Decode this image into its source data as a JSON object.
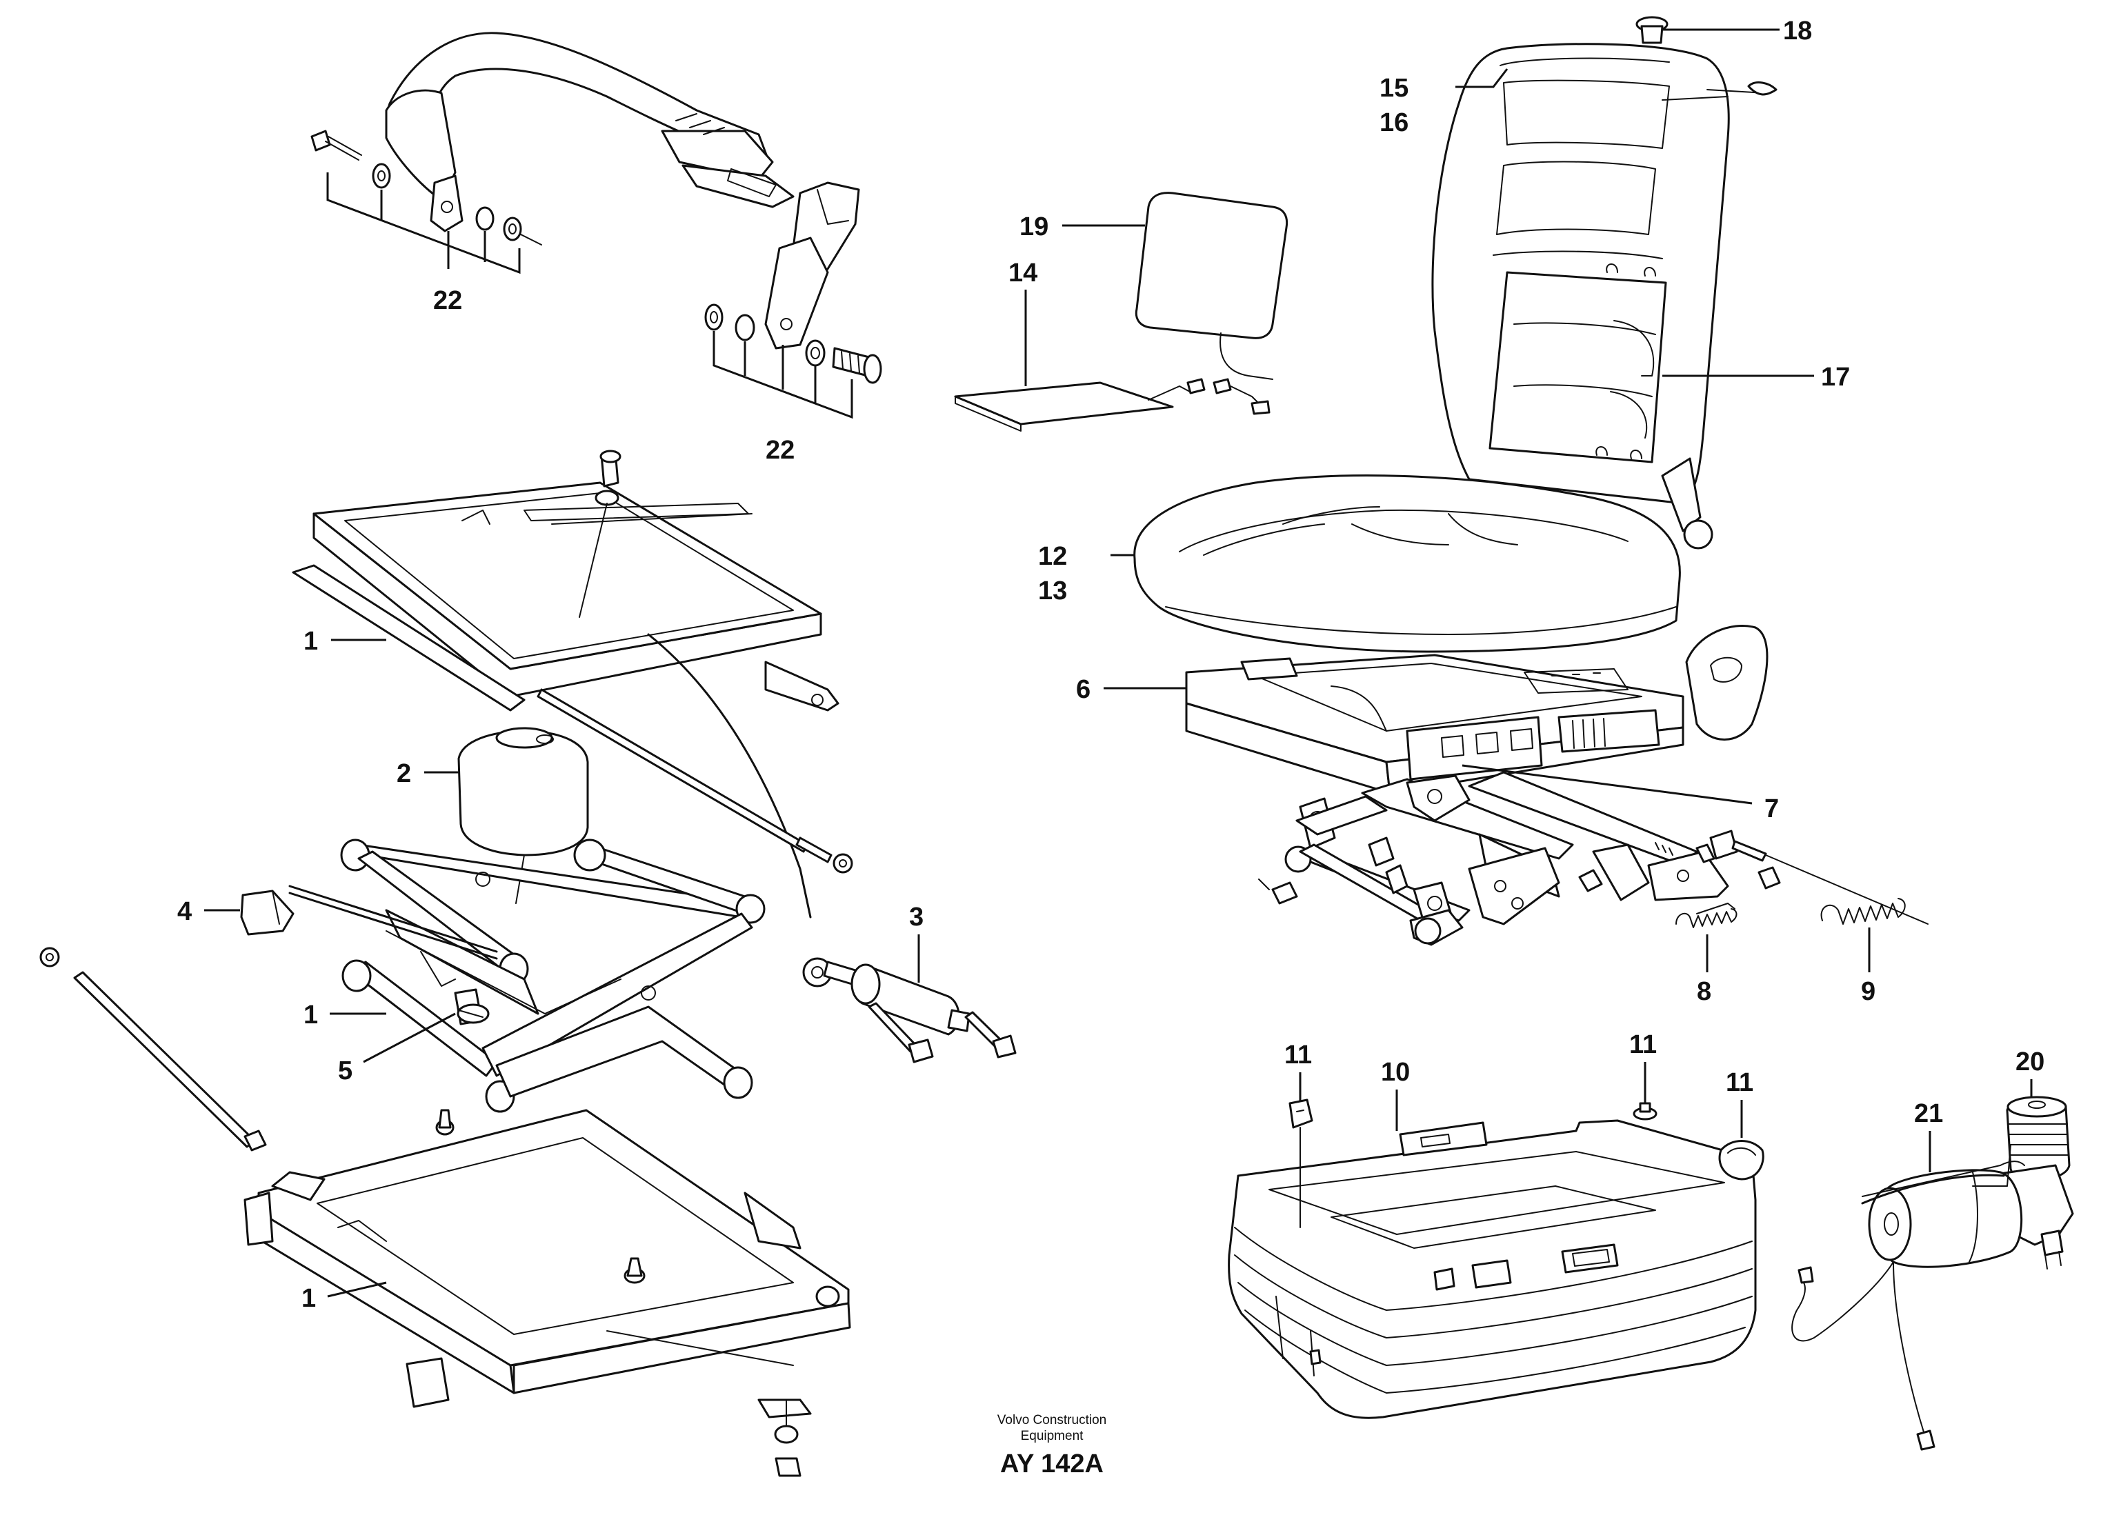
{
  "caption": {
    "line1": "Volvo Construction",
    "line2": "Equipment",
    "code": "AY 142A"
  },
  "callouts": {
    "c1a": "1",
    "c1b": "1",
    "c1c": "1",
    "c2": "2",
    "c3": "3",
    "c4": "4",
    "c5": "5",
    "c6": "6",
    "c7": "7",
    "c8": "8",
    "c9": "9",
    "c10": "10",
    "c11a": "11",
    "c11b": "11",
    "c11c": "11",
    "c12": "12",
    "c13": "13",
    "c14": "14",
    "c15": "15",
    "c16": "16",
    "c17": "17",
    "c18": "18",
    "c19": "19",
    "c20": "20",
    "c21": "21",
    "c22a": "22",
    "c22b": "22"
  }
}
